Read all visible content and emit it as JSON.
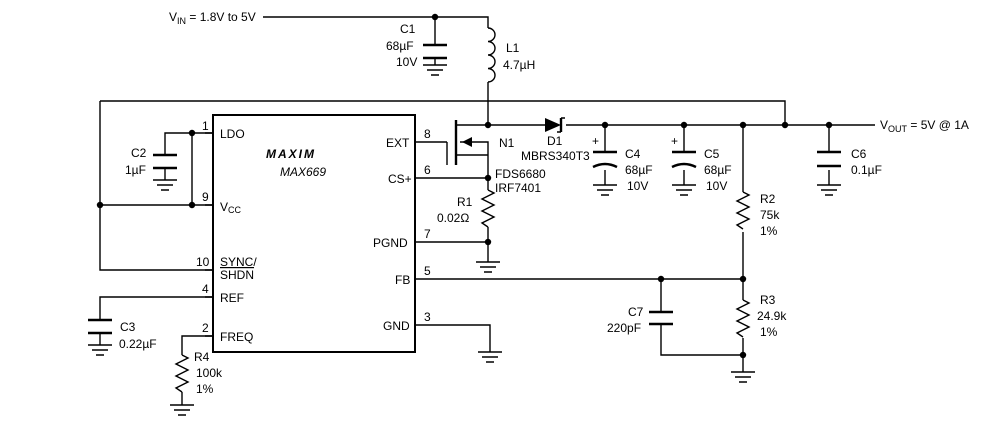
{
  "vin": {
    "main": "V",
    "sub": "IN",
    "rest": " = 1.8V to 5V"
  },
  "vout": {
    "main": "V",
    "sub": "OUT",
    "rest": " = 5V @ 1A"
  },
  "ic": {
    "logo": "MAXIM",
    "part": "MAX669",
    "pins_left": [
      {
        "num": "1",
        "label": "LDO"
      },
      {
        "num": "9",
        "label_main": "V",
        "label_sub": "CC"
      },
      {
        "num": "10",
        "label_line1": "SYNC/",
        "label_line2": "SHDN"
      },
      {
        "num": "4",
        "label": "REF"
      },
      {
        "num": "2",
        "label": "FREQ"
      }
    ],
    "pins_right": [
      {
        "num": "8",
        "label": "EXT"
      },
      {
        "num": "6",
        "label": "CS+"
      },
      {
        "num": "7",
        "label": "PGND"
      },
      {
        "num": "5",
        "label": "FB"
      },
      {
        "num": "3",
        "label": "GND"
      }
    ]
  },
  "components": {
    "c1": {
      "name": "C1",
      "value": "68µF",
      "rating": "10V"
    },
    "l1": {
      "name": "L1",
      "value": "4.7µH"
    },
    "c2": {
      "name": "C2",
      "value": "1µF"
    },
    "c3": {
      "name": "C3",
      "value": "0.22µF"
    },
    "r4": {
      "name": "R4",
      "value": "100k",
      "tol": "1%"
    },
    "n1": {
      "name": "N1",
      "part1": "FDS6680",
      "part2": "IRF7401"
    },
    "r1": {
      "name": "R1",
      "value": "0.02Ω"
    },
    "d1": {
      "name": "D1",
      "part": "MBRS340T3"
    },
    "c4": {
      "name": "C4",
      "value": "68µF",
      "rating": "10V"
    },
    "c5": {
      "name": "C5",
      "value": "68µF",
      "rating": "10V"
    },
    "c6": {
      "name": "C6",
      "value": "0.1µF"
    },
    "r2": {
      "name": "R2",
      "value": "75k",
      "tol": "1%"
    },
    "r3": {
      "name": "R3",
      "value": "24.9k",
      "tol": "1%"
    },
    "c7": {
      "name": "C7",
      "value": "220pF"
    },
    "pol_mark": "+"
  }
}
